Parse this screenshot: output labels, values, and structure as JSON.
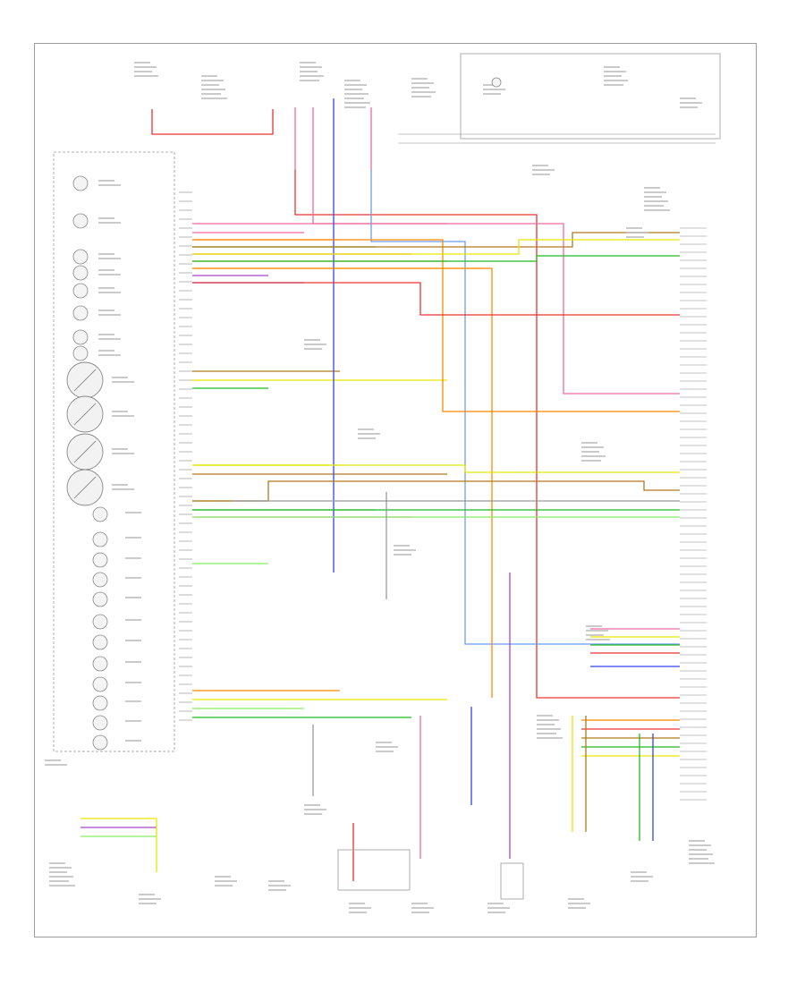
{
  "diagram": {
    "footer_id": "",
    "colors": {
      "frame": "#9a9a9a",
      "black": "#555555",
      "red": "#ee3333",
      "pink": "#f06aa0",
      "blue": "#3344ee",
      "light_blue": "#6b9cf5",
      "green": "#22bb22",
      "light_green": "#88ee66",
      "yellow": "#e6e600",
      "orange": "#ff8800",
      "brown": "#b07a1a",
      "gray": "#999999",
      "violet": "#aa44cc",
      "white": "#cccccc"
    },
    "cluster_gauges": [
      {
        "name": "fuel-level-gauge",
        "icon": "fuel-gauge-icon"
      },
      {
        "name": "engine-temp-gauge",
        "icon": "temp-gauge-icon"
      },
      {
        "name": "tachometer-gauge",
        "icon": "tachometer-icon"
      },
      {
        "name": "speedometer-gauge",
        "icon": "speedometer-icon"
      }
    ],
    "wires": [
      {
        "name": "wire-red-top-1",
        "color": "red"
      },
      {
        "name": "wire-pink-1",
        "color": "pink"
      },
      {
        "name": "wire-blue-1",
        "color": "blue"
      },
      {
        "name": "wire-light-blue-1",
        "color": "light_blue"
      },
      {
        "name": "wire-green-1",
        "color": "green"
      },
      {
        "name": "wire-light-green-1",
        "color": "light_green"
      },
      {
        "name": "wire-yellow-1",
        "color": "yellow"
      },
      {
        "name": "wire-orange-1",
        "color": "orange"
      },
      {
        "name": "wire-brown-1",
        "color": "brown"
      },
      {
        "name": "wire-gray-1",
        "color": "gray"
      },
      {
        "name": "wire-violet-1",
        "color": "violet"
      }
    ]
  }
}
